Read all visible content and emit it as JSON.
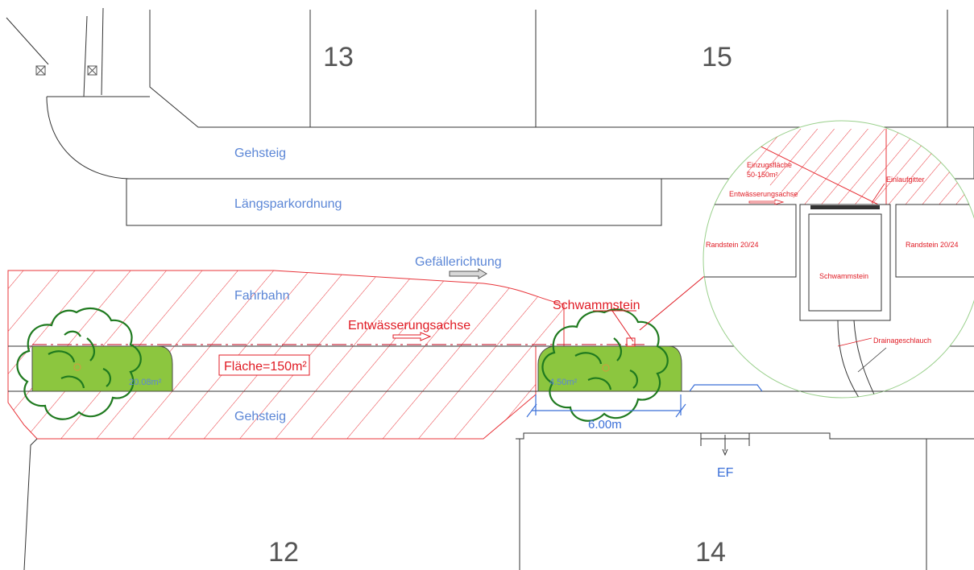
{
  "colors": {
    "line": "#333333",
    "hatch": "#e8343a",
    "label_blue": "#5b86d6",
    "label_red": "#e01b24",
    "dim_blue": "#3a6fd8",
    "planter": "#8cc63f",
    "tree": "#1f7a1f",
    "detail_circle": "#9ad08c"
  },
  "plots": {
    "top_left": "13",
    "top_right": "15",
    "bottom_left": "12",
    "bottom_right": "14"
  },
  "labels": {
    "gehsteig_top": "Gehsteig",
    "laengsparkordnung": "Längsparkordnung",
    "gefaellerichtung": "Gefällerichtung",
    "fahrbahn": "Fahrbahn",
    "entwaesserungsachse": "Entwässerungsachse",
    "flaeche": "Fläche=150m²",
    "gehsteig_bottom": "Gehsteig",
    "schwammstein": "Schwammstein",
    "area_left": "20.08m²",
    "area_right": "4.50m²",
    "dimension": "6.00m",
    "ef": "EF"
  },
  "detail": {
    "einzugsflaeche_1": "Einzugsfläche",
    "einzugsflaeche_2": "50-150m²",
    "einlaufgitter": "Einlaufgitter",
    "entwaesserungsachse": "Entwässerungsachse",
    "randstein_left": "Randstein 20/24",
    "randstein_right": "Randstein 20/24",
    "schwammstein": "Schwammstein",
    "drainageschlauch": "Drainageschlauch"
  }
}
